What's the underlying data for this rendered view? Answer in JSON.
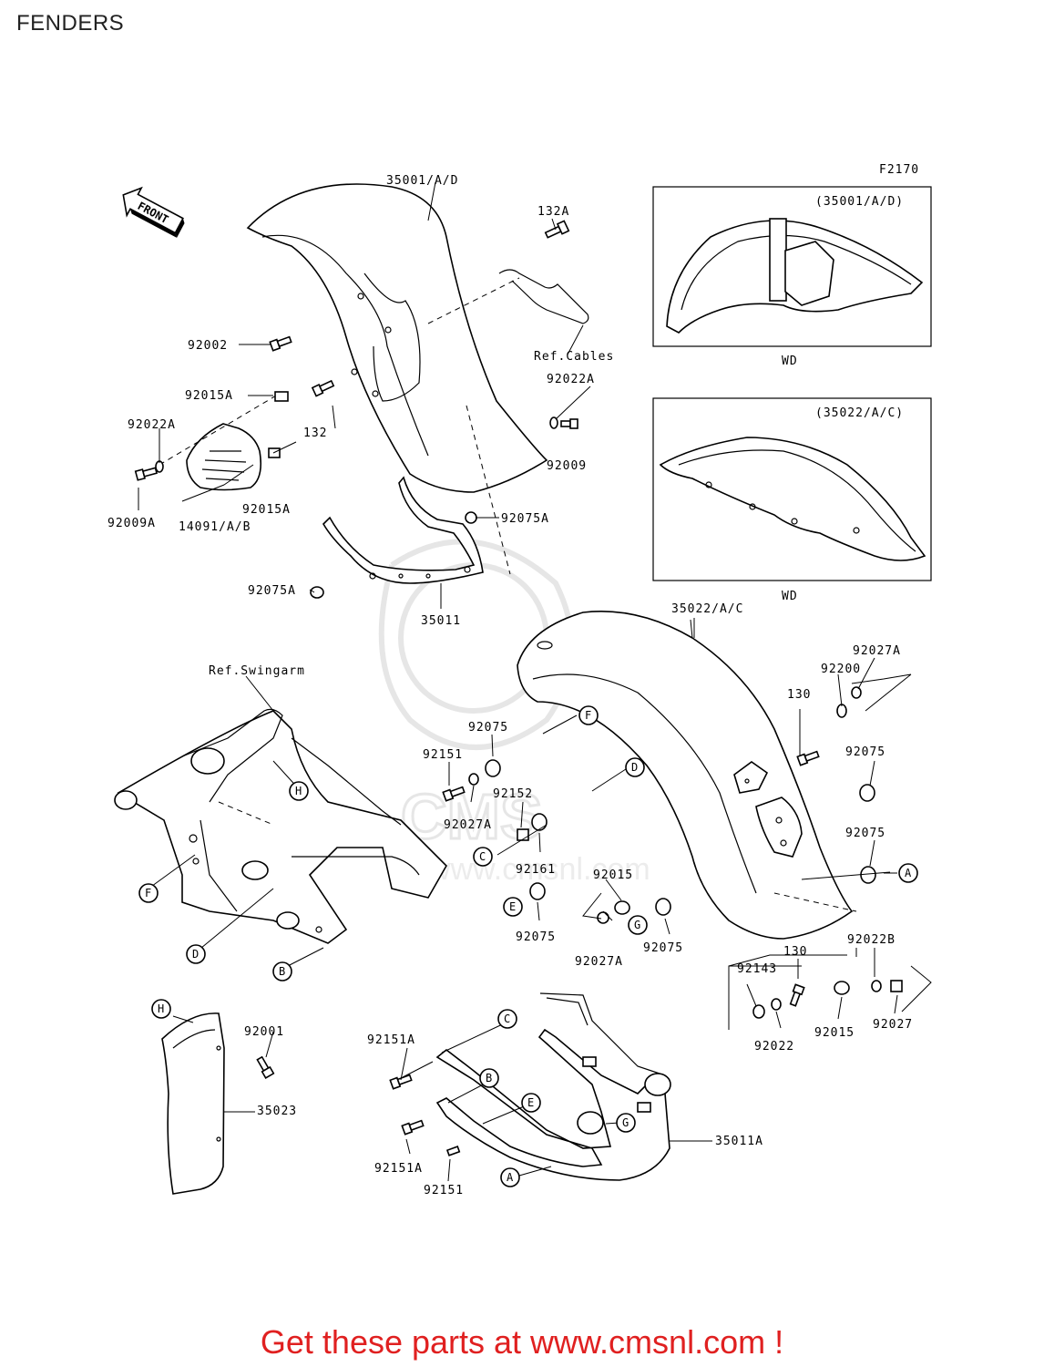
{
  "page": {
    "title": "FENDERS",
    "footer": "Get these parts at www.cmsnl.com !"
  },
  "diagram": {
    "code": "F2170",
    "front_arrow": "FRONT",
    "ref_cables": "Ref.Cables",
    "ref_swingarm": "Ref.Swingarm",
    "inset_front": {
      "title": "(35001/A/D)",
      "caption": "WD"
    },
    "inset_rear": {
      "title": "(35022/A/C)",
      "caption": "WD"
    },
    "part_labels": [
      "35001/A/D",
      "132A",
      "92002",
      "92015A",
      "92022A",
      "132",
      "92022A",
      "92009",
      "92015A",
      "92009A",
      "14091/A/B",
      "92075A",
      "92075A",
      "35011",
      "35022/A/C",
      "92027A",
      "92200",
      "130",
      "92075",
      "92075",
      "92151",
      "92152",
      "92027A",
      "92161",
      "92075",
      "92015",
      "92075",
      "92027A",
      "92075",
      "92022B",
      "130",
      "92143",
      "92022",
      "92015",
      "92027",
      "92001",
      "35023",
      "92151A",
      "92151A",
      "92151",
      "35011A"
    ],
    "ref_letters": [
      "F",
      "D",
      "C",
      "E",
      "G",
      "A",
      "H",
      "F",
      "D",
      "B",
      "H",
      "C",
      "B",
      "E",
      "G",
      "A"
    ]
  }
}
